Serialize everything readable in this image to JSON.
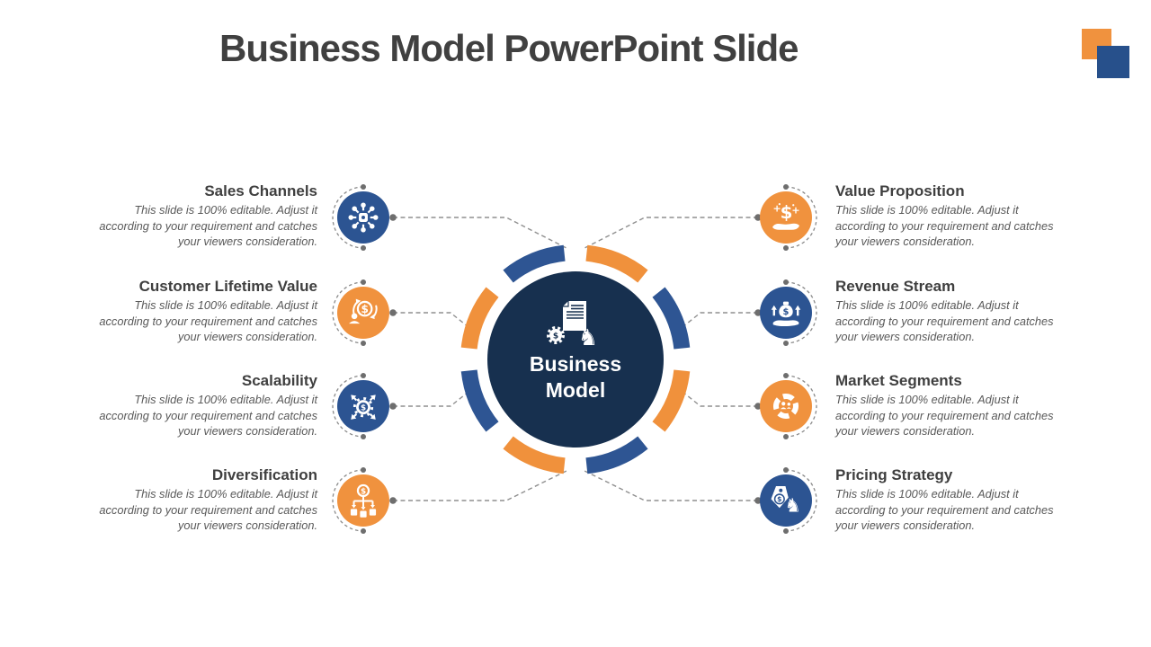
{
  "slide": {
    "title": "Business Model PowerPoint Slide"
  },
  "center": {
    "line1": "Business",
    "line2": "Model",
    "icon": "business-plan-document-gear-knight-icon"
  },
  "items_left": [
    {
      "title": "Sales Channels",
      "desc": "This slide is 100% editable. Adjust it according to your requirement and catches your viewers consideration.",
      "icon": "distribution-network-hub-icon",
      "circle_color": "#2C5492"
    },
    {
      "title": "Customer Lifetime Value",
      "desc": "This slide is 100% editable. Adjust it according to your requirement and catches your viewers consideration.",
      "icon": "customer-dollar-cycle-icon",
      "circle_color": "#F0923E"
    },
    {
      "title": "Scalability",
      "desc": "This slide is 100% editable. Adjust it according to your requirement and catches your viewers consideration.",
      "icon": "gear-dollar-expand-arrows-icon",
      "circle_color": "#2C5492"
    },
    {
      "title": "Diversification",
      "desc": "This slide is 100% editable. Adjust it according to your requirement and catches your viewers consideration.",
      "icon": "dollar-branching-boxes-icon",
      "circle_color": "#F0923E"
    }
  ],
  "items_right": [
    {
      "title": "Value Proposition",
      "desc": "This slide is 100% editable. Adjust it according to your requirement and catches your viewers consideration.",
      "icon": "hand-dollar-sparkle-icon",
      "circle_color": "#F0923E"
    },
    {
      "title": "Revenue Stream",
      "desc": "This slide is 100% editable. Adjust it according to your requirement and catches your viewers consideration.",
      "icon": "hand-moneybag-arrows-icon",
      "circle_color": "#2C5492"
    },
    {
      "title": "Market Segments",
      "desc": "This slide is 100% editable. Adjust it according to your requirement and catches your viewers consideration.",
      "icon": "segmented-donut-people-icon",
      "circle_color": "#F0923E"
    },
    {
      "title": "Pricing Strategy",
      "desc": "This slide is 100% editable. Adjust it according to your requirement and catches your viewers consideration.",
      "icon": "price-tag-chess-knight-icon",
      "circle_color": "#2C5492"
    }
  ],
  "colors": {
    "navy": "#17304F",
    "ring_blue": "#2E5593",
    "ring_orange": "#F0913C",
    "icon_blue": "#2C5492",
    "icon_orange": "#F0923E",
    "accent_square_orange": "#F0923E",
    "accent_square_blue": "#27508B",
    "title_text": "#404040",
    "body_text": "#595959",
    "connector_gray": "#8F8F8F"
  }
}
